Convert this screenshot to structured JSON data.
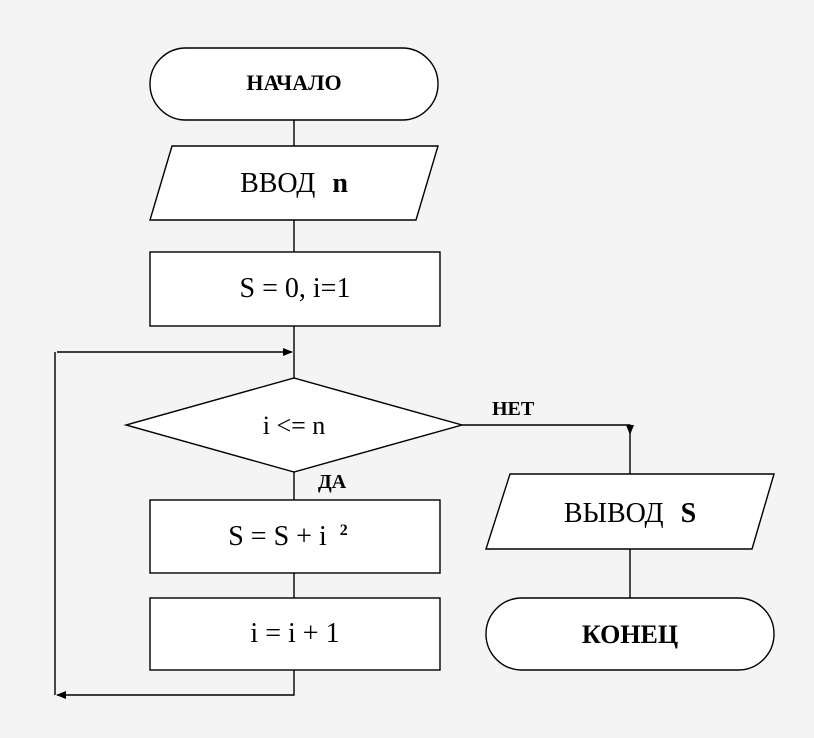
{
  "diagram": {
    "start": "НАЧАЛО",
    "input": {
      "prefix": "ВВОД",
      "var": "n"
    },
    "init": "S = 0, i=1",
    "condition": "i <= n",
    "yes_label": "ДА",
    "no_label": "НЕТ",
    "body1": {
      "text": "S = S + i",
      "exponent": "2"
    },
    "body2": "i = i + 1",
    "output": {
      "prefix": "ВЫВОД",
      "var": "S"
    },
    "end": "КОНЕЦ"
  },
  "colors": {
    "background": "#f4f4f4",
    "stroke": "#000000",
    "fill": "#ffffff"
  }
}
